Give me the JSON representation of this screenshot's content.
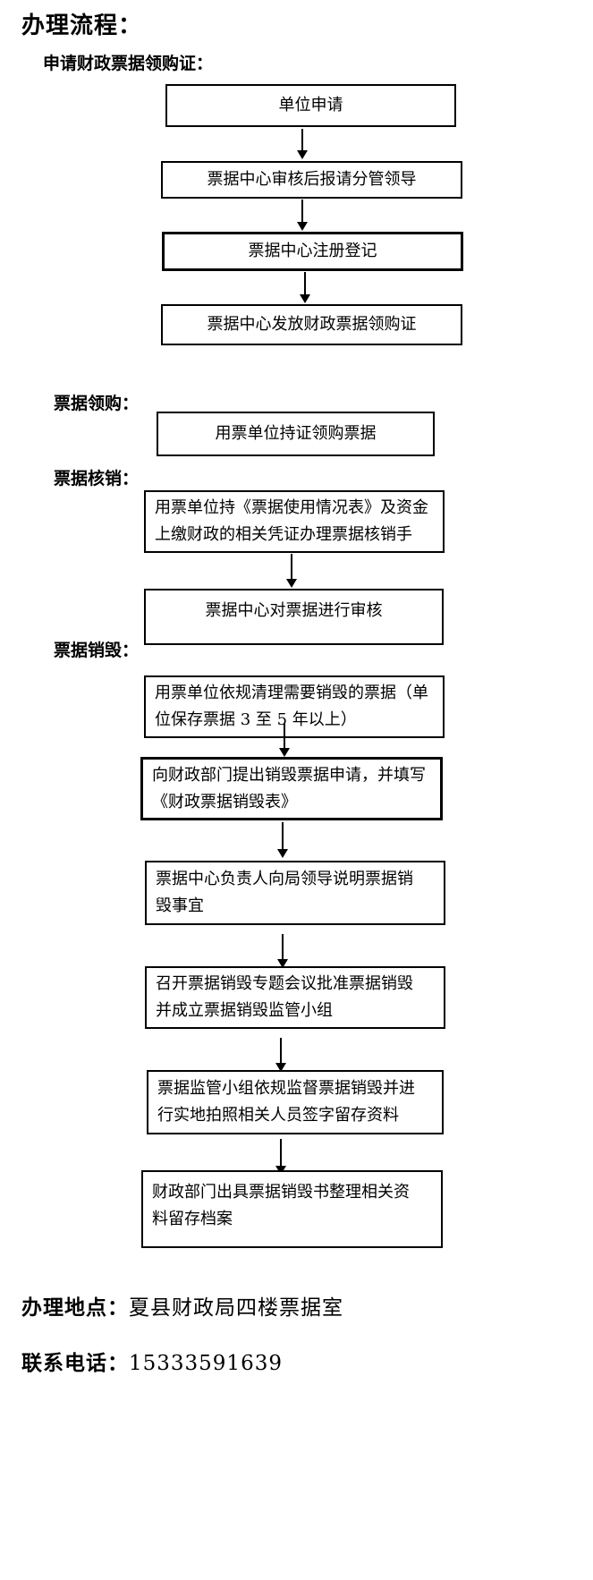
{
  "title": "办理流程：",
  "sections": {
    "apply_cert": "申请财政票据领购证：",
    "purchase": "票据领购：",
    "verify": "票据核销：",
    "destroy": "票据销毁："
  },
  "steps": {
    "s1": "单位申请",
    "s2": "票据中心审核后报请分管领导",
    "s3": "票据中心注册登记",
    "s4": "票据中心发放财政票据领购证",
    "s5": "用票单位持证领购票据",
    "s6_l1": "用票单位持《票据使用情况表》及资金",
    "s6_l2": "上缴财政的相关凭证办理票据核销手",
    "s7": "票据中心对票据进行审核",
    "s8_l1": "用票单位依规清理需要销毁的票据（单",
    "s8_l2": "位保存票据 3 至 5 年以上）",
    "s9_l1": "向财政部门提出销毁票据申请，并填写",
    "s9_l2": "《财政票据销毁表》",
    "s10_l1": "票据中心负责人向局领导说明票据销",
    "s10_l2": "毁事宜",
    "s11_l1": "召开票据销毁专题会议批准票据销毁",
    "s11_l2": "并成立票据销毁监管小组",
    "s12_l1": "票据监管小组依规监督票据销毁并进",
    "s12_l2": "行实地拍照相关人员签字留存资料",
    "s13_l1": "财政部门出具票据销毁书整理相关资",
    "s13_l2": "料留存档案"
  },
  "footer": {
    "location_label": "办理地点：",
    "location_value": "夏县财政局四楼票据室",
    "phone_label": "联系电话：",
    "phone_value": "15333591639"
  }
}
